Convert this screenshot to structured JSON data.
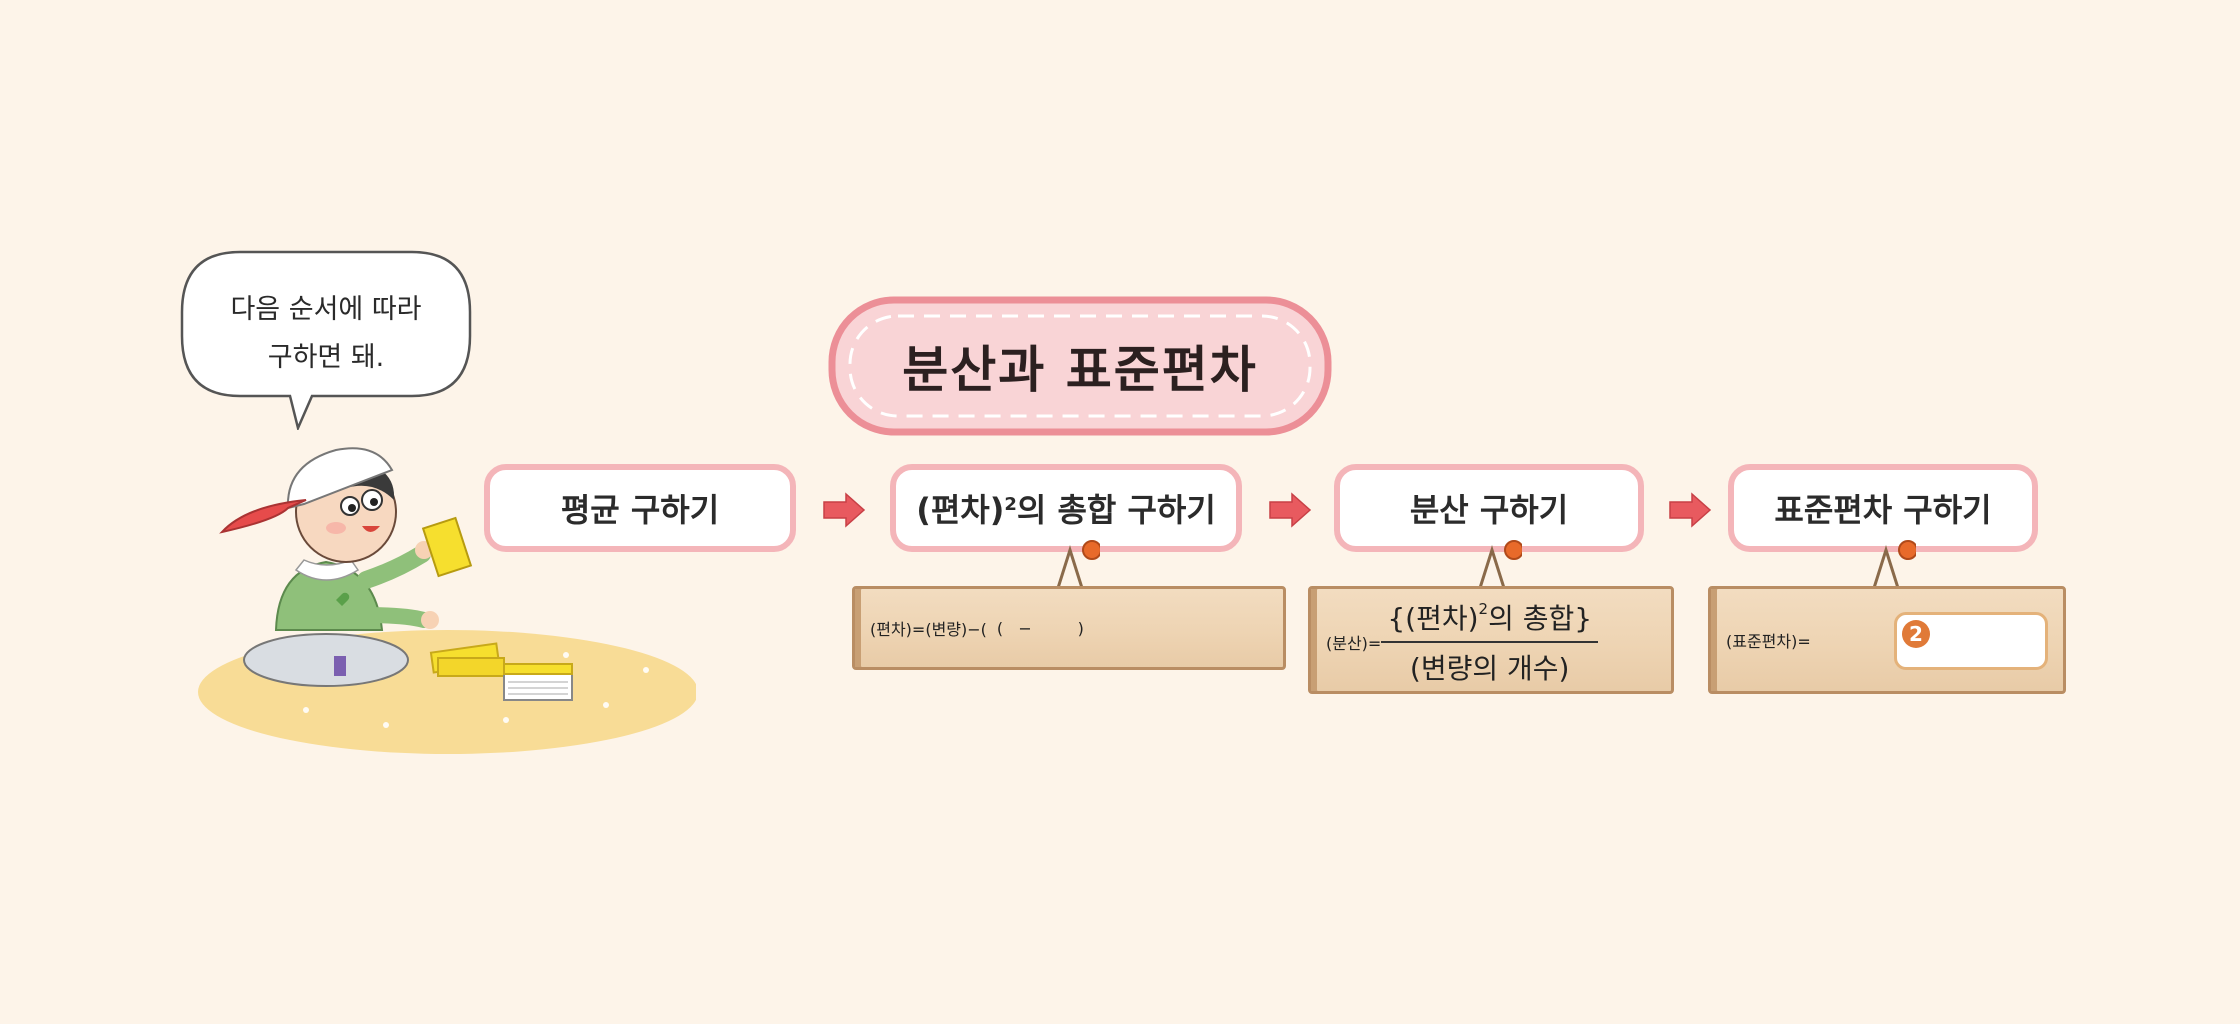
{
  "bubble": {
    "line1": "다음 순서에 따라",
    "line2": "구하면 돼."
  },
  "title": "분산과 표준편차",
  "steps": {
    "step1": "평균 구하기",
    "step2_prefix": "(편차)",
    "step2_sup": "2",
    "step2_suffix": "의 총합 구하기",
    "step3": "분산 구하기",
    "step4": "표준편차 구하기"
  },
  "signs": {
    "deviation": {
      "text": "(편차)=(변량)−(",
      "blank": "(   −         )"
    },
    "variance": {
      "lhs": "(분산)=",
      "num_prefix": "{(편차)",
      "num_sup": "2",
      "num_suffix": "의 총합}",
      "den": "(변량의 개수)"
    },
    "stddev": {
      "lhs": "(표준편차)=",
      "answer_label": "2"
    }
  },
  "colors": {
    "background": "#fdf4e9",
    "step_border": "#f4b5b9",
    "title_fill": "#f9d4d6",
    "arrow": "#e85a5f",
    "wood": "#eed4b3",
    "answer_badge": "#e07a38"
  }
}
